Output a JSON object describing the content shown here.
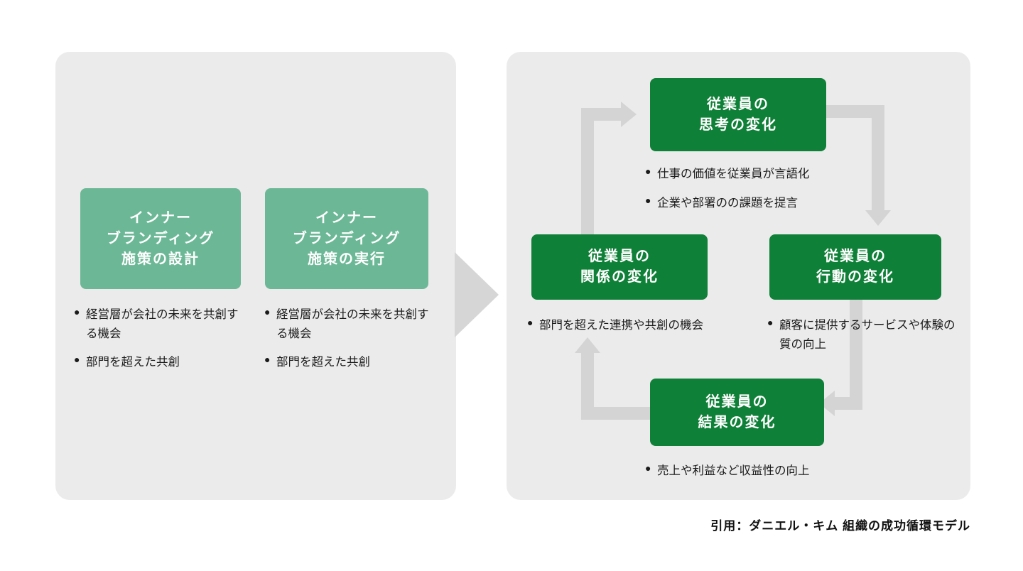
{
  "colors": {
    "panel_bg": "#ebebeb",
    "box_light_green": "#6cb896",
    "box_dark_green": "#0f8038",
    "arrow_gray": "#d4d4d4",
    "big_arrow_gray": "#d6d6d6",
    "text_dark": "#1b1b1b",
    "page_bg": "#ffffff"
  },
  "left_panel": {
    "boxes": [
      {
        "id": "design",
        "title": "インナー\nブランディング\n施策の設計",
        "bullets": [
          "経営層が会社の未来を共創する機会",
          "部門を超えた共創"
        ]
      },
      {
        "id": "execute",
        "title": "インナー\nブランディング\n施策の実行",
        "bullets": [
          "経営層が会社の未来を共創する機会",
          "部門を超えた共創"
        ]
      }
    ]
  },
  "right_panel": {
    "boxes": [
      {
        "id": "thinking",
        "title": "従業員の\n思考の変化",
        "bullets": [
          "仕事の価値を従業員が言語化",
          "企業や部署のの課題を提言"
        ]
      },
      {
        "id": "relation",
        "title": "従業員の\n関係の変化",
        "bullets": [
          "部門を超えた連携や共創の機会"
        ]
      },
      {
        "id": "behavior",
        "title": "従業員の\n行動の変化",
        "bullets": [
          "顧客に提供するサービスや体験の質の向上"
        ]
      },
      {
        "id": "result",
        "title": "従業員の\n結果の変化",
        "bullets": [
          "売上や利益など収益性の向上"
        ]
      }
    ],
    "cycle_arrows": [
      {
        "from": "relation",
        "to": "thinking",
        "direction": "up-right"
      },
      {
        "from": "thinking",
        "to": "behavior",
        "direction": "right-down"
      },
      {
        "from": "behavior",
        "to": "result",
        "direction": "down-left"
      },
      {
        "from": "result",
        "to": "relation",
        "direction": "left-up"
      }
    ]
  },
  "connector": {
    "shape": "right-triangle-arrow",
    "from": "left_panel",
    "to": "right_panel"
  },
  "bullet_glyph": "●",
  "caption": "引用：ダニエル・キム 組織の成功循環モデル"
}
